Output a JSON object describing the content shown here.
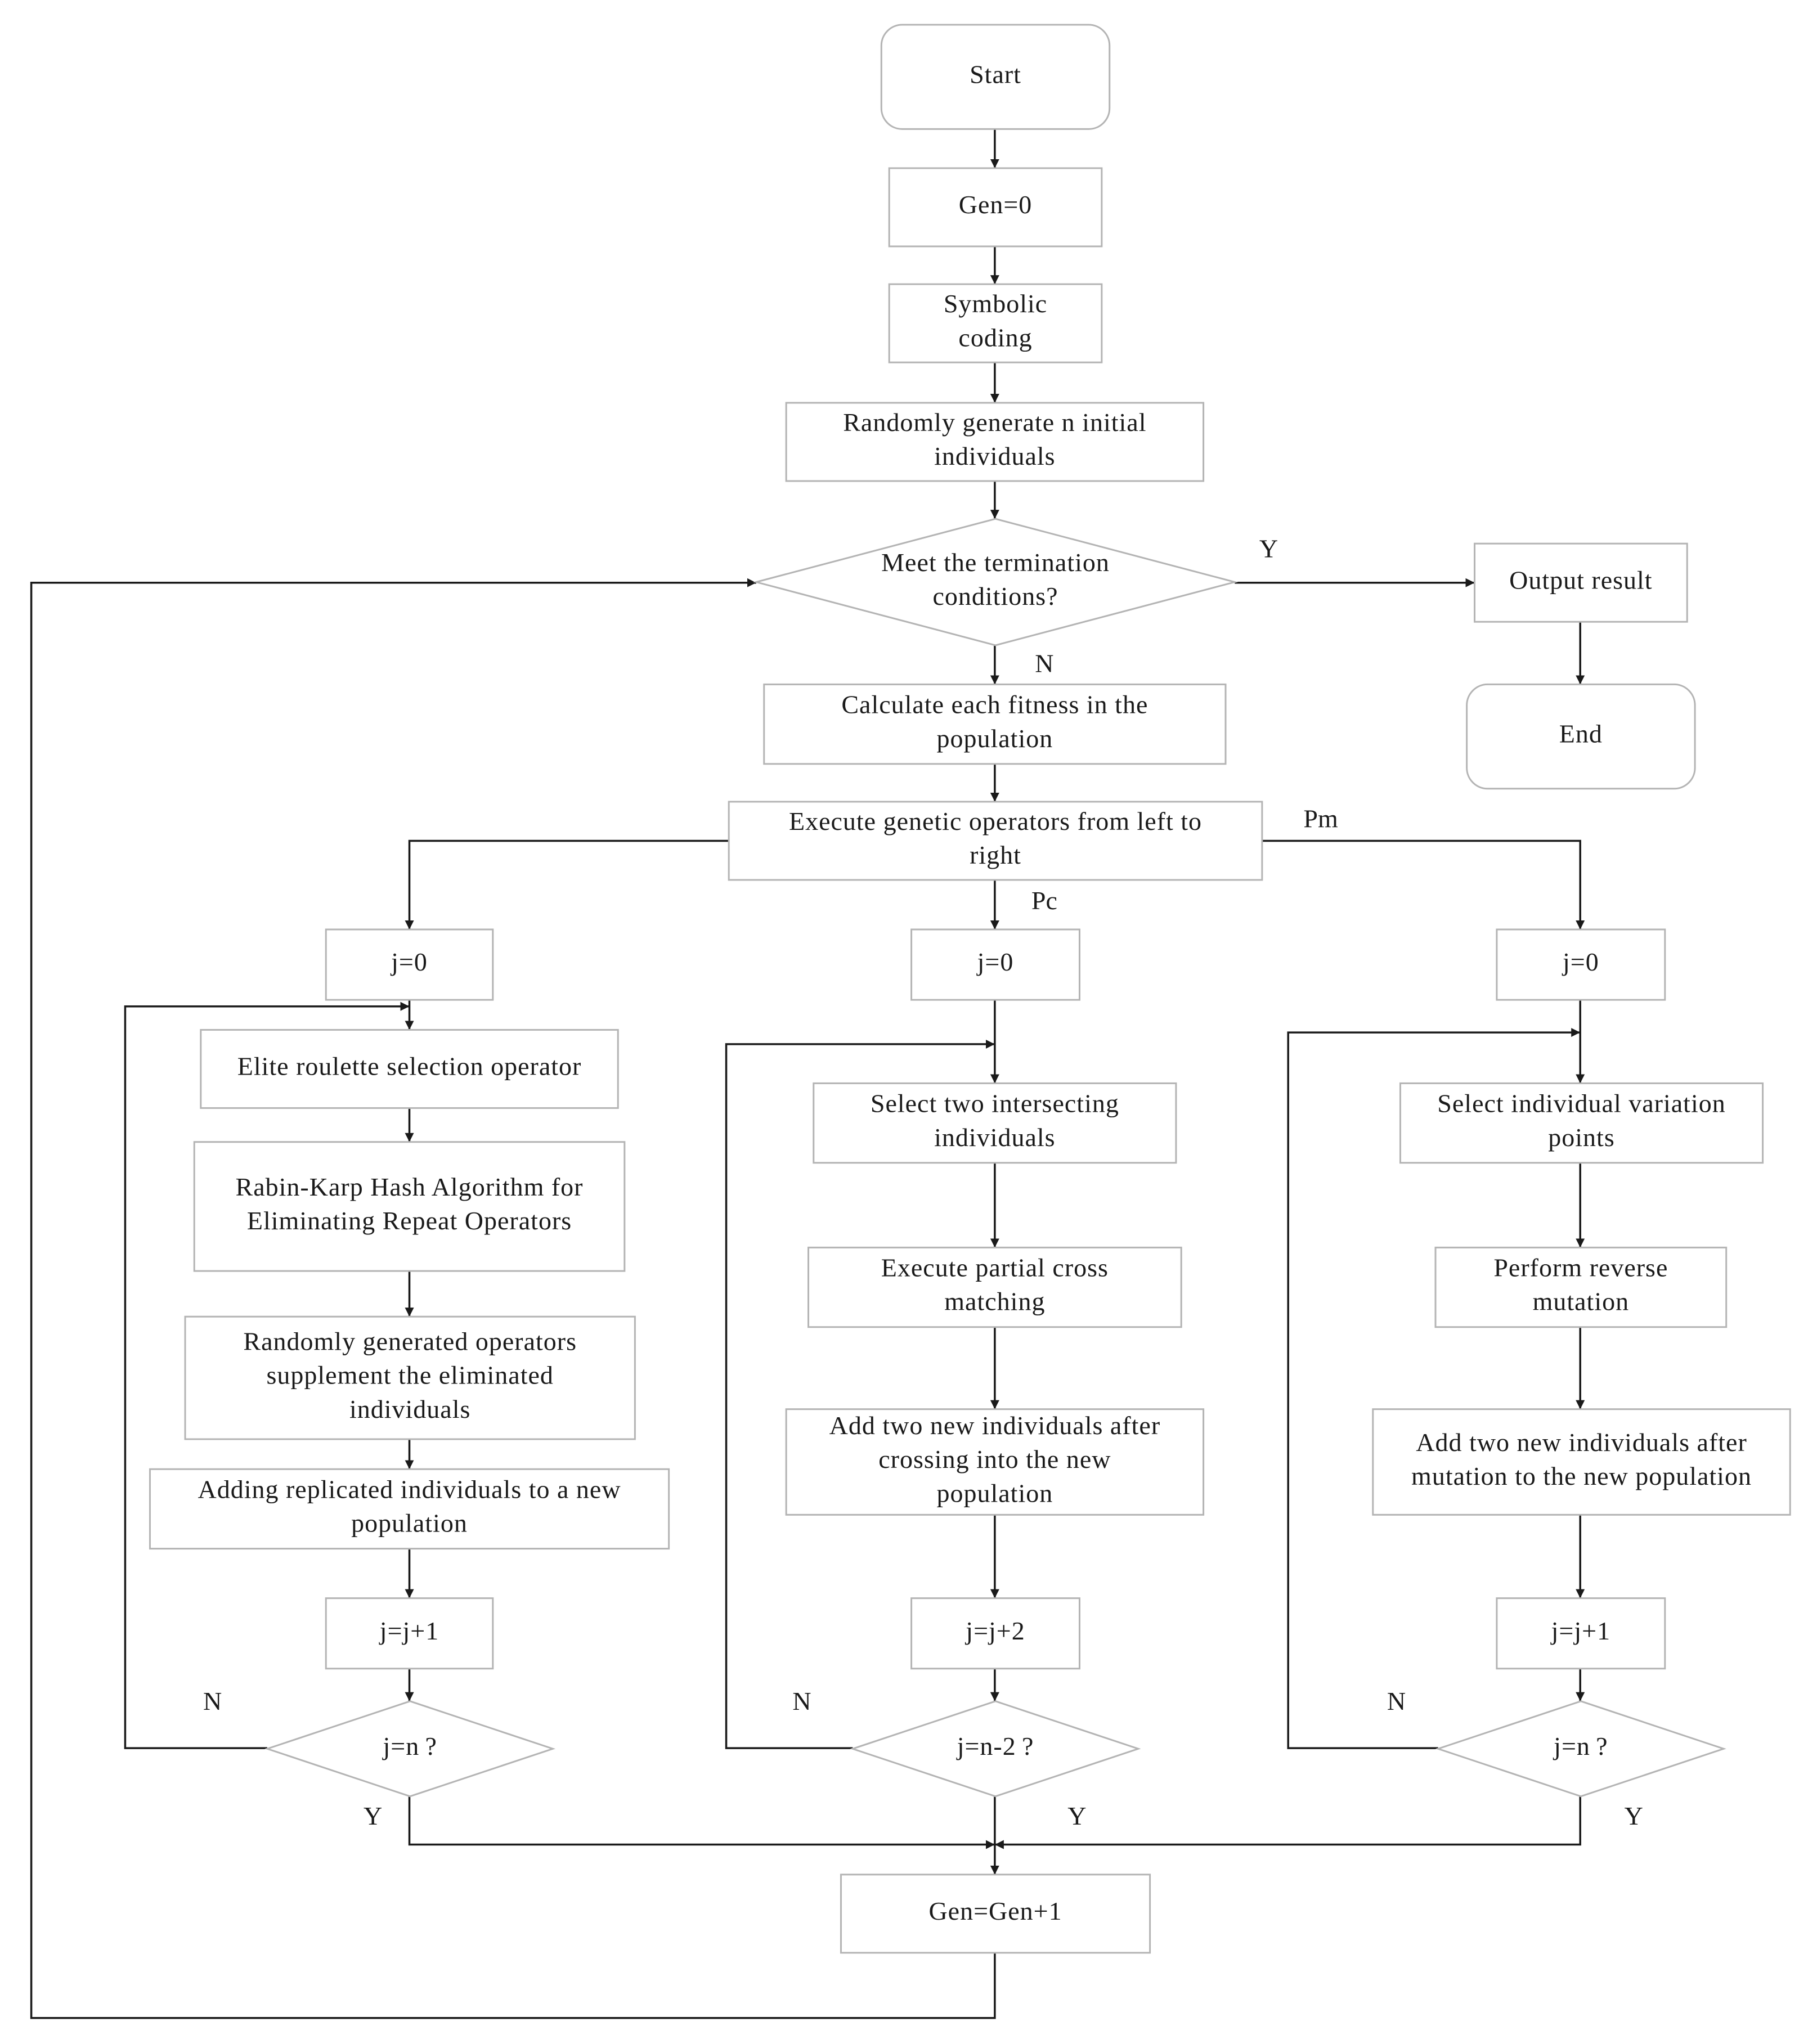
{
  "nodes": {
    "start": [
      "Start"
    ],
    "gen0": [
      "Gen=0"
    ],
    "symbolic": [
      "Symbolic",
      "coding"
    ],
    "random_init": [
      "Randomly generate n initial",
      "individuals"
    ],
    "termination": [
      "Meet the termination",
      "conditions?"
    ],
    "output": [
      "Output result"
    ],
    "end": [
      "End"
    ],
    "fitness": [
      "Calculate each fitness in the",
      "population"
    ],
    "execute": [
      "Execute genetic operators from left to",
      "right"
    ],
    "sel_j0": [
      "j=0"
    ],
    "sel_roulette": [
      "Elite roulette selection operator"
    ],
    "sel_rabin": [
      "Rabin-Karp Hash Algorithm for",
      "Eliminating Repeat Operators"
    ],
    "sel_random": [
      "Randomly generated operators",
      "supplement the eliminated",
      "individuals"
    ],
    "sel_adding": [
      "Adding replicated individuals to a new",
      "population"
    ],
    "sel_inc": [
      "j=j+1"
    ],
    "sel_check": [
      "j=n ?"
    ],
    "cross_j0": [
      "j=0"
    ],
    "cross_select": [
      "Select two intersecting",
      "individuals"
    ],
    "cross_exec": [
      "Execute partial cross",
      "matching"
    ],
    "cross_add": [
      "Add two new individuals after",
      "crossing into the new",
      "population"
    ],
    "cross_inc": [
      "j=j+2"
    ],
    "cross_check": [
      "j=n-2 ?"
    ],
    "mut_j0": [
      "j=0"
    ],
    "mut_select": [
      "Select individual variation",
      "points"
    ],
    "mut_perform": [
      "Perform reverse",
      "mutation"
    ],
    "mut_add": [
      "Add two new individuals after",
      "mutation to the new population"
    ],
    "mut_inc": [
      "j=j+1"
    ],
    "mut_check": [
      "j=n ?"
    ],
    "gen_inc": [
      "Gen=Gen+1"
    ]
  },
  "labels": {
    "term_yes": "Y",
    "term_no": "N",
    "pm": "Pm",
    "pc": "Pc",
    "sel_no": "N",
    "sel_yes": "Y",
    "cross_no": "N",
    "cross_yes": "Y",
    "mut_no": "N",
    "mut_yes": "Y"
  }
}
